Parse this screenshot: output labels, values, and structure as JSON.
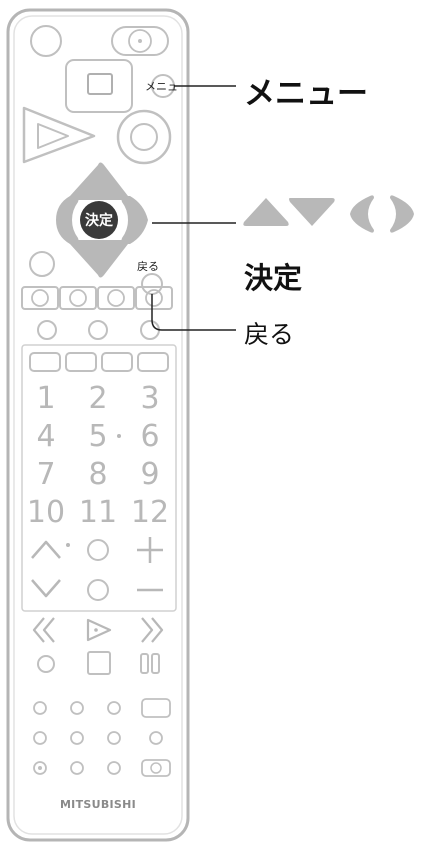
{
  "remote": {
    "menu_key_label": "メニュー",
    "enter_key_label": "決定",
    "back_key_label": "戻る",
    "brand": "MITSUBISHI",
    "number_keys": [
      "1",
      "2",
      "3",
      "4",
      "5",
      "6",
      "7",
      "8",
      "9",
      "10",
      "11",
      "12"
    ]
  },
  "callouts": {
    "menu": "メニュー",
    "enter": "決定",
    "back": "戻る"
  },
  "colors": {
    "body_outline": "#b5b5b5",
    "key_outline": "#c0c0c0",
    "dpad_fill": "#b8b8b8",
    "enter_fill": "#3a3a3a",
    "text": "#111111"
  }
}
